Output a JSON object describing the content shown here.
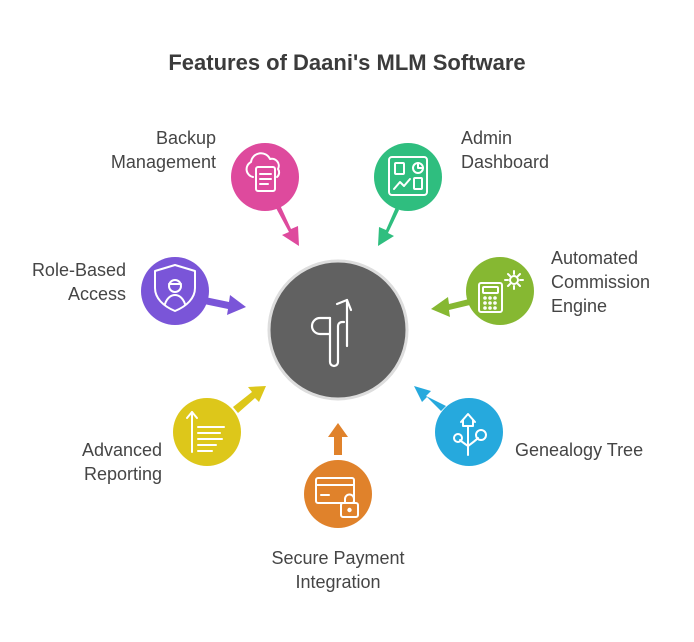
{
  "title": "Features of Daani's MLM Software",
  "center": {
    "icon": "route-icon",
    "color": "#616161"
  },
  "features": [
    {
      "key": "backup",
      "lines": [
        "Backup",
        "Management"
      ],
      "color": "#de4a9d",
      "icon": "cloud-document-icon"
    },
    {
      "key": "admin",
      "lines": [
        "Admin",
        "Dashboard"
      ],
      "color": "#2fbe7f",
      "icon": "dashboard-icon"
    },
    {
      "key": "commission",
      "lines": [
        "Automated",
        "Commission",
        "Engine"
      ],
      "color": "#86b832",
      "icon": "calculator-gear-icon"
    },
    {
      "key": "genealogy",
      "lines": [
        "Genealogy Tree"
      ],
      "color": "#26a9dd",
      "icon": "tree-icon"
    },
    {
      "key": "payment",
      "lines": [
        "Secure Payment",
        "Integration"
      ],
      "color": "#e0822b",
      "icon": "credit-card-lock-icon"
    },
    {
      "key": "reporting",
      "lines": [
        "Advanced",
        "Reporting"
      ],
      "color": "#ddc71a",
      "icon": "report-icon"
    },
    {
      "key": "role",
      "lines": [
        "Role-Based",
        "Access"
      ],
      "color": "#7a55d8",
      "icon": "shield-user-icon"
    }
  ]
}
